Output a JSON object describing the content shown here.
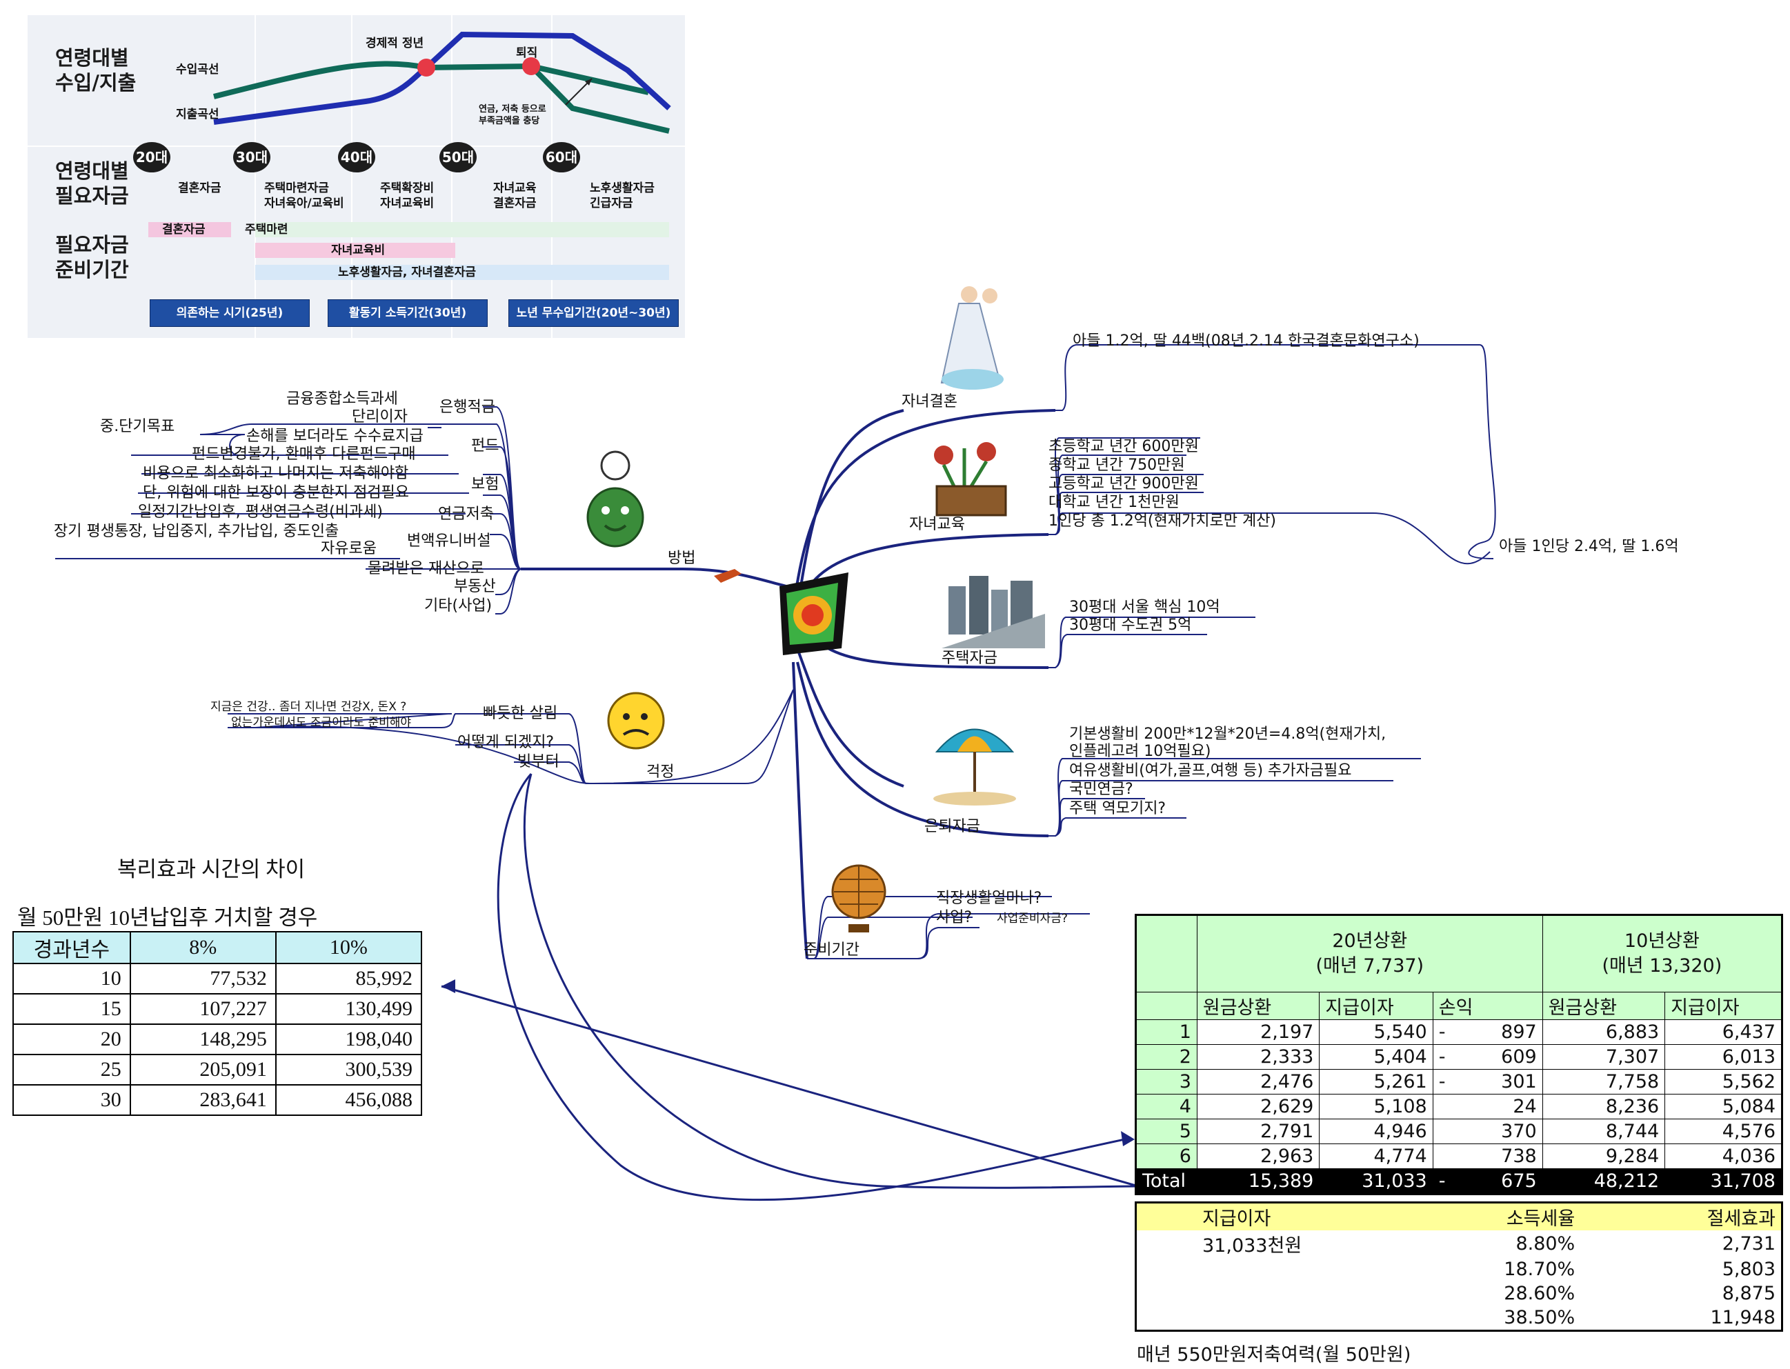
{
  "lifecycle": {
    "row_headers": [
      "연령대별\n수입/지출",
      "연령대별\n필요자금",
      "필요자금\n준비기간"
    ],
    "curve_labels": {
      "income": "수입곡선",
      "expense": "지출곡선",
      "retire_econ": "경제적 정년",
      "retire": "퇴직",
      "note": "연금, 저축 등으로\n부족금액을 충당"
    },
    "ages": [
      "20대",
      "30대",
      "40대",
      "50대",
      "60대"
    ],
    "needs": [
      "결혼자금",
      "주택마련자금\n자녀육아/교육비",
      "주택확장비\n자녀교육비",
      "자녀교육\n결혼자금",
      "노후생활자금\n긴급자금"
    ],
    "prep_bars": [
      "결혼자금",
      "주택마련",
      "자녀교육비",
      "노후생활자금, 자녀결혼자금"
    ],
    "periods": [
      "의존하는 시기(25년)",
      "활동기 소득기간(30년)",
      "노년 무수입기간(20년~30년)"
    ]
  },
  "mindmap": {
    "methods_header": "방법",
    "methods_left": [
      "중.단기목표",
      "금융종합소득과세",
      "단리이자",
      "손해를 보더라도 수수료지급",
      "펀드변경불가, 환매후 다른펀드구매",
      "비용으로 최소화하고 나머지는 저축해야함",
      "단, 위험에 대한 보장이 충분한지 점검필요",
      "일정기간납입후, 평생연금수령(비과세)",
      "장기 평생통장, 납입중지, 추가납입, 중도인출",
      "자유로움"
    ],
    "methods_right": [
      "은행적금",
      "펀드",
      "보험",
      "연금저축",
      "변액유니버설",
      "물려받은 재산으로",
      "부동산",
      "기타(사업)"
    ],
    "worry_header": "걱정",
    "worry_items": [
      "빠듯한 살림",
      "어떻게 되겠지?",
      "빚부터"
    ],
    "worry_notes": [
      "지금은 건강.. 좀더 지나면 건강X, 돈X ?",
      "없는가운데서도 조금이라도 준비해야"
    ],
    "wedding": {
      "label": "자녀결혼",
      "note": "아들 1.2억, 딸 44백(08년.2.14 한국결혼문화연구소)"
    },
    "education": {
      "label": "자녀교육",
      "items": [
        "초등학교 년간 600만원",
        "중학교 년간 750만원",
        "고등학교 년간 900만원",
        "대학교 년간 1천만원",
        "1인당 총 1.2억(현재가치로만 계산)"
      ]
    },
    "per_child": "아들 1인당 2.4억, 딸 1.6억",
    "housing": {
      "label": "주택자금",
      "items": [
        "30평대 서울 핵심 10억",
        "30평대 수도권 5억"
      ]
    },
    "retirement": {
      "label": "은퇴자금",
      "items": [
        "기본생활비 200만*12월*20년=4.8억(현재가치,",
        "인플레고려 10억필요)",
        "여유생활비(여가,골프,여행 등) 추가자금필요",
        "국민연금?",
        "주택 역모기지?"
      ]
    },
    "prep": {
      "label": "준비기간",
      "items": [
        "직장생활얼마나?",
        "사업?"
      ],
      "note": "사업준비자금?"
    }
  },
  "compound": {
    "title": "복리효과 시간의 차이",
    "subtitle": "월 50만원 10년납입후 거치할 경우",
    "headers": [
      "경과년수",
      "8%",
      "10%"
    ],
    "rows": [
      [
        "10",
        "77,532",
        "85,992"
      ],
      [
        "15",
        "107,227",
        "130,499"
      ],
      [
        "20",
        "148,295",
        "198,040"
      ],
      [
        "25",
        "205,091",
        "300,539"
      ],
      [
        "30",
        "283,641",
        "456,088"
      ]
    ]
  },
  "repay": {
    "group1": "20년상환\n(매년 7,737)",
    "group2": "10년상환\n(매년 13,320)",
    "subheaders": [
      "원금상환",
      "지급이자",
      "손익",
      "원금상환",
      "지급이자"
    ],
    "rows": [
      {
        "n": "1",
        "p": "2,197",
        "i": "5,540",
        "sign": "-",
        "pl": "897",
        "p2": "6,883",
        "i2": "6,437"
      },
      {
        "n": "2",
        "p": "2,333",
        "i": "5,404",
        "sign": "-",
        "pl": "609",
        "p2": "7,307",
        "i2": "6,013"
      },
      {
        "n": "3",
        "p": "2,476",
        "i": "5,261",
        "sign": "-",
        "pl": "301",
        "p2": "7,758",
        "i2": "5,562"
      },
      {
        "n": "4",
        "p": "2,629",
        "i": "5,108",
        "sign": "",
        "pl": "24",
        "p2": "8,236",
        "i2": "5,084"
      },
      {
        "n": "5",
        "p": "2,791",
        "i": "4,946",
        "sign": "",
        "pl": "370",
        "p2": "8,744",
        "i2": "4,576"
      },
      {
        "n": "6",
        "p": "2,963",
        "i": "4,774",
        "sign": "",
        "pl": "738",
        "p2": "9,284",
        "i2": "4,036"
      }
    ],
    "total": {
      "label": "Total",
      "p": "15,389",
      "i": "31,033",
      "sign": "-",
      "pl": "675",
      "p2": "48,212",
      "i2": "31,708"
    }
  },
  "tax": {
    "headers": [
      "지급이자",
      "소득세율",
      "절세효과"
    ],
    "amount": "31,033천원",
    "rates": [
      "8.80%",
      "18.70%",
      "28.60%",
      "38.50%"
    ],
    "effects": [
      "2,731",
      "5,803",
      "8,875",
      "11,948"
    ]
  },
  "footer": "매년 550만원저축여력(월 50만원)",
  "colors": {
    "branch": "#1a237e",
    "lifecycle_bg": "#eef1f6",
    "income_curve": "#1f2db0",
    "expense_curve": "#0f6a58",
    "period_bar": "#1f4fa3",
    "table_green": "#ccffcc",
    "table_yellow": "#ffff99"
  }
}
